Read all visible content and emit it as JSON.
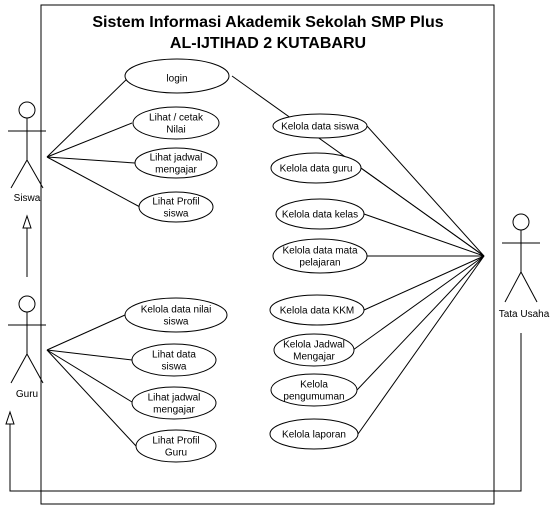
{
  "top_fragment": "",
  "system": {
    "title_line1": "Sistem Informasi Akademik Sekolah SMP Plus",
    "title_line2": "AL-IJTIHAD 2 KUTABARU"
  },
  "actors": {
    "siswa": "Siswa",
    "guru": "Guru",
    "tata_usaha": "Tata Usaha"
  },
  "use_cases": {
    "login": [
      "login"
    ],
    "lihat_cetak_nilai": [
      "Lihat / cetak",
      "Nilai"
    ],
    "lihat_jadwal_mengajar_siswa": [
      "Lihat jadwal",
      "mengajar"
    ],
    "lihat_profil_siswa": [
      "Lihat Profil",
      "siswa"
    ],
    "kelola_data_nilai_siswa": [
      "Kelola data nilai",
      "siswa"
    ],
    "lihat_data_siswa": [
      "Lihat data",
      "siswa"
    ],
    "lihat_jadwal_mengajar_guru": [
      "Lihat jadwal",
      "mengajar"
    ],
    "lihat_profil_guru": [
      "Lihat Profil",
      "Guru"
    ],
    "kelola_data_siswa": [
      "Kelola data siswa"
    ],
    "kelola_data_guru": [
      "Kelola data guru"
    ],
    "kelola_data_kelas": [
      "Kelola data kelas"
    ],
    "kelola_data_mata_pelajaran": [
      "Kelola data mata",
      "pelajaran"
    ],
    "kelola_data_kkm": [
      "Kelola data KKM"
    ],
    "kelola_jadwal_mengajar": [
      "Kelola Jadwal",
      "Mengajar"
    ],
    "kelola_pengumuman": [
      "Kelola",
      "pengumuman"
    ],
    "kelola_laporan": [
      "Kelola laporan"
    ]
  }
}
